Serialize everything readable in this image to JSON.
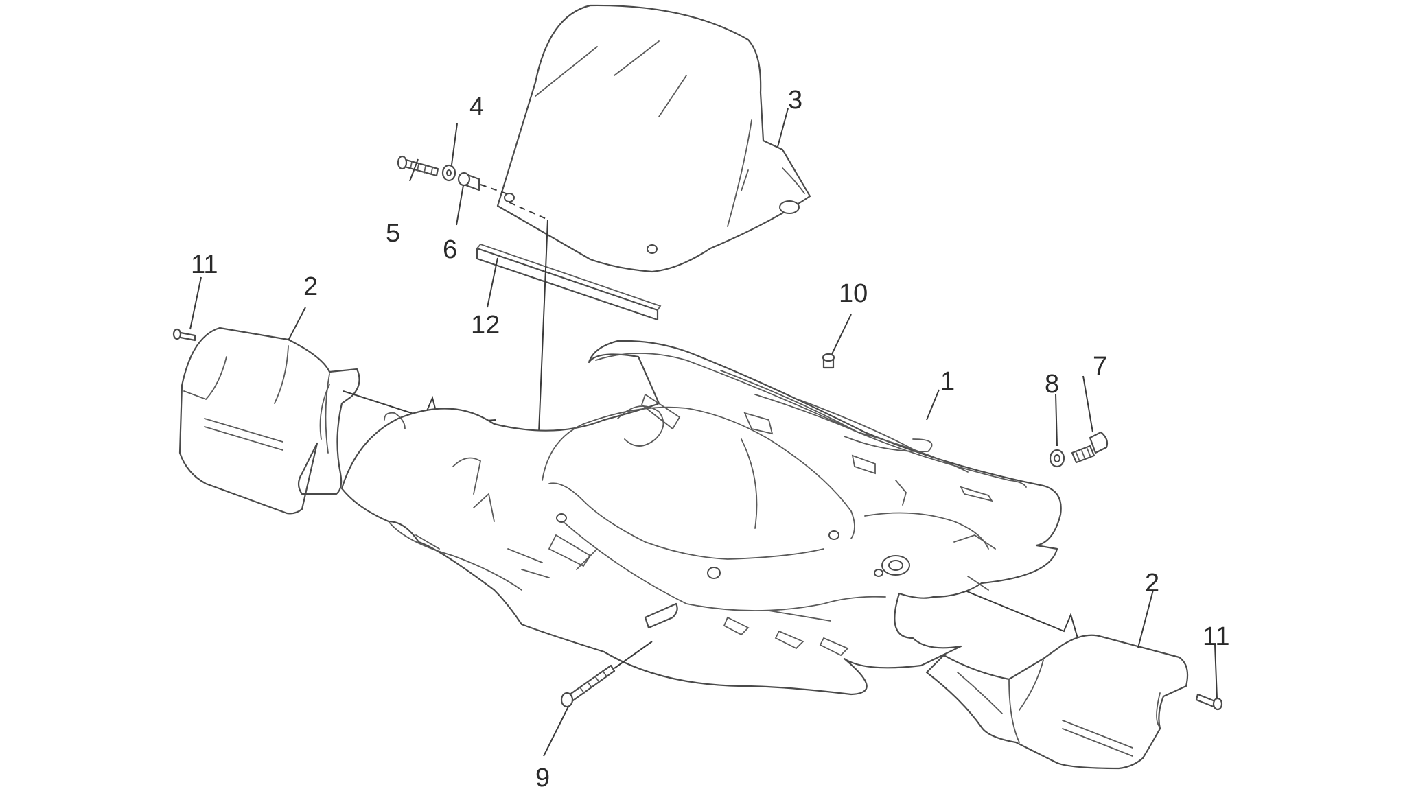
{
  "diagram": {
    "type": "exploded parts diagram",
    "callouts": [
      {
        "id": "c1",
        "label": "1",
        "part": "handlebar-cover-front"
      },
      {
        "id": "c2a",
        "label": "2",
        "part": "handlebar-end-cover-left"
      },
      {
        "id": "c2b",
        "label": "2",
        "part": "handlebar-end-cover-right"
      },
      {
        "id": "c3",
        "label": "3",
        "part": "windscreen"
      },
      {
        "id": "c4",
        "label": "4",
        "part": "washer"
      },
      {
        "id": "c5",
        "label": "5",
        "part": "screw"
      },
      {
        "id": "c6",
        "label": "6",
        "part": "spacer"
      },
      {
        "id": "c7",
        "label": "7",
        "part": "screw"
      },
      {
        "id": "c8",
        "label": "8",
        "part": "washer"
      },
      {
        "id": "c9",
        "label": "9",
        "part": "long-screw"
      },
      {
        "id": "c10",
        "label": "10",
        "part": "screw"
      },
      {
        "id": "c11a",
        "label": "11",
        "part": "small-screw-left"
      },
      {
        "id": "c11b",
        "label": "11",
        "part": "small-screw-right"
      },
      {
        "id": "c12",
        "label": "12",
        "part": "rubber-seal-strip"
      }
    ]
  },
  "colors": {
    "line": "#4a4a4a",
    "text": "#2a2a2a",
    "background": "#ffffff"
  }
}
